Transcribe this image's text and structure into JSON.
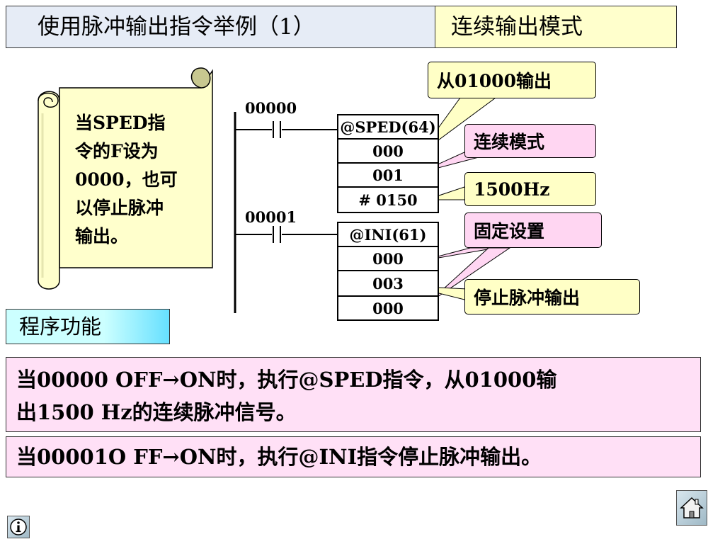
{
  "header": {
    "title": "使用脉冲输出指令举例（1）",
    "mode": "连续输出模式"
  },
  "scroll": {
    "lines": [
      "当SPED指",
      "令的F设为",
      "0000，也可",
      "以停止脉冲",
      "输出。"
    ]
  },
  "ladder": {
    "rung1": {
      "contact": "00000",
      "instruction": "@SPED(64)",
      "operands": [
        "000",
        "001",
        "# 0150"
      ]
    },
    "rung2": {
      "contact": "00001",
      "instruction": "@INI(61)",
      "operands": [
        "000",
        "003",
        "000"
      ]
    }
  },
  "callouts": {
    "output": "从01000输出",
    "continuous": "连续模式",
    "freq": "1500Hz",
    "fixed": "固定设置",
    "stop": "停止脉冲输出"
  },
  "function": {
    "label": "程序功能",
    "desc1_line1": "当00000 OFF→ON时，执行@SPED指令，从01000输",
    "desc1_line2": "出1500 Hz的连续脉冲信号。",
    "desc2": "当00001O FF→ON时，执行@INI指令停止脉冲输出。"
  },
  "colors": {
    "callout_yellow": "#ffffc6",
    "callout_pink": "#ffd6f2",
    "desc_pink": "#ffe0f6",
    "title_left": "#e6ecf6",
    "title_right": "#ffffcc",
    "scroll": "#ffffcc"
  },
  "icons": {
    "info": "info-icon",
    "home": "home-icon"
  }
}
